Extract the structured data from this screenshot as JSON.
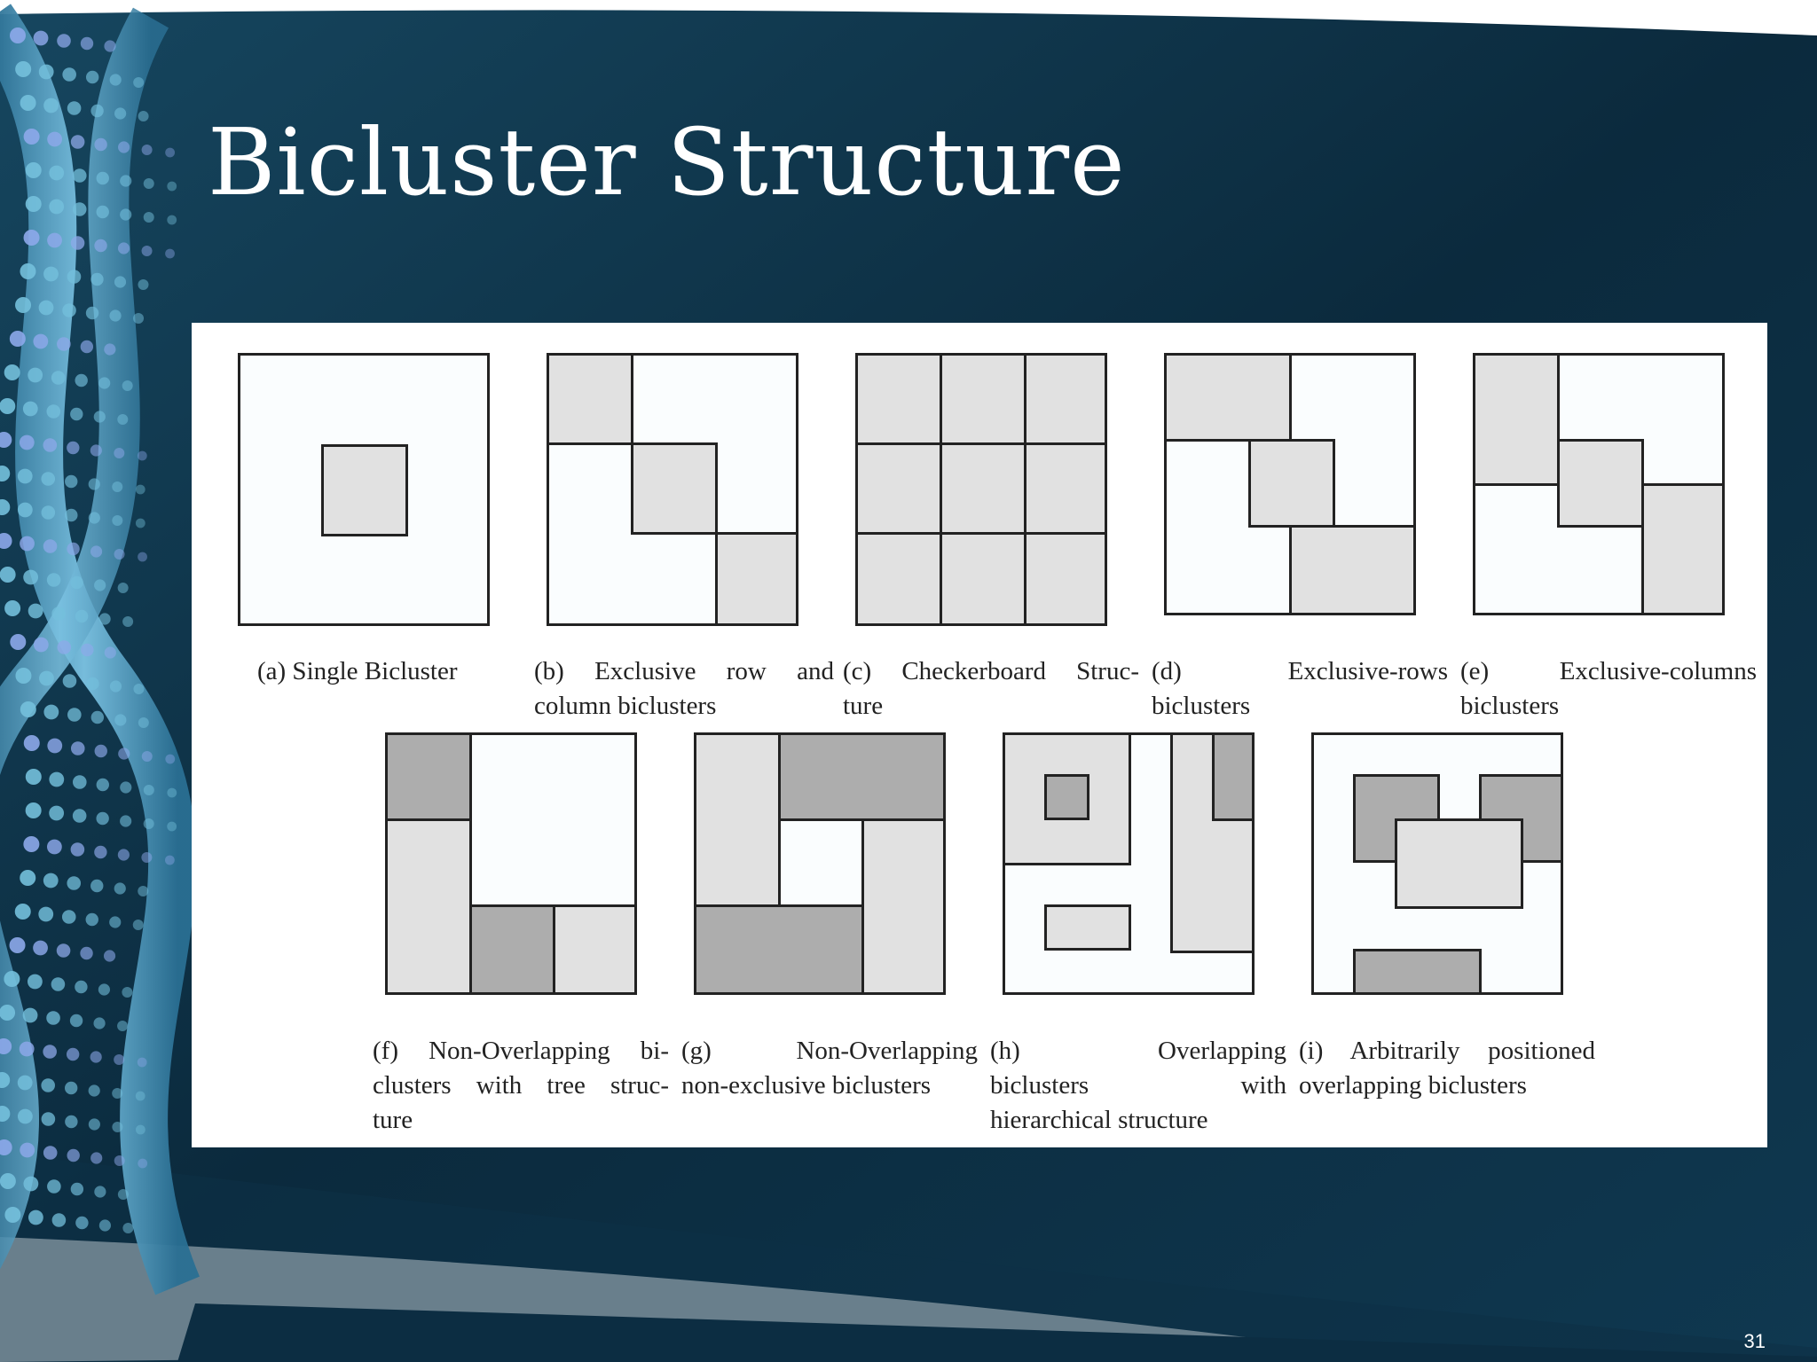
{
  "slide": {
    "title": "Bicluster Structure",
    "slide_number": "31",
    "colors": {
      "background_dark": "#0b2a3d",
      "background_mid": "#123e57",
      "dna_strand": "#4a9fc8",
      "panel": "#ffffff",
      "cell_light": "#e1e1e1",
      "cell_dark": "#adadad"
    }
  },
  "figure": {
    "panels": [
      {
        "id": "a",
        "caption_lines": [
          "(a) Single Bicluster"
        ]
      },
      {
        "id": "b",
        "caption_lines": [
          "(b) Exclusive row and",
          "column biclusters"
        ]
      },
      {
        "id": "c",
        "caption_lines": [
          "(c) Checkerboard Struc-",
          "ture"
        ]
      },
      {
        "id": "d",
        "caption_lines": [
          "(d) Exclusive-rows",
          "biclusters"
        ]
      },
      {
        "id": "e",
        "caption_lines": [
          "(e) Exclusive-columns",
          "biclusters"
        ]
      },
      {
        "id": "f",
        "caption_lines": [
          "(f) Non-Overlapping bi-",
          "clusters with tree struc-",
          "ture"
        ]
      },
      {
        "id": "g",
        "caption_lines": [
          "(g) Non-Overlapping",
          "non-exclusive biclusters"
        ]
      },
      {
        "id": "h",
        "caption_lines": [
          "(h) Overlapping",
          "biclusters with",
          "hierarchical structure"
        ]
      },
      {
        "id": "i",
        "caption_lines": [
          "(i) Arbitrarily positioned",
          "overlapping biclusters"
        ]
      }
    ]
  }
}
